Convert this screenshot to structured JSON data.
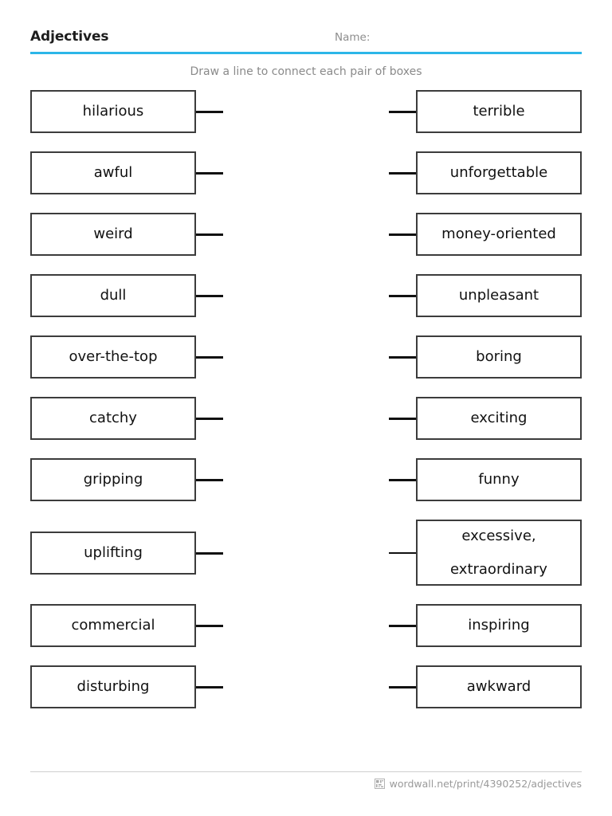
{
  "header": {
    "title": "Adjectives",
    "name_label": "Name:",
    "rule_color": "#2cb6e8"
  },
  "instruction": "Draw a line to connect each pair of boxes",
  "matching": {
    "left_column": [
      "hilarious",
      "awful",
      "weird",
      "dull",
      "over-the-top",
      "catchy",
      "gripping",
      "uplifting",
      "commercial",
      "disturbing"
    ],
    "right_column": [
      "terrible",
      "unforgettable",
      "money-oriented",
      "unpleasant",
      "boring",
      "exciting",
      "funny",
      "excessive, extraordinary",
      "inspiring",
      "awkward"
    ]
  },
  "footer": {
    "logo_icon": "wordwall-grid-icon",
    "url": "wordwall.net/print/4390252/adjectives"
  }
}
